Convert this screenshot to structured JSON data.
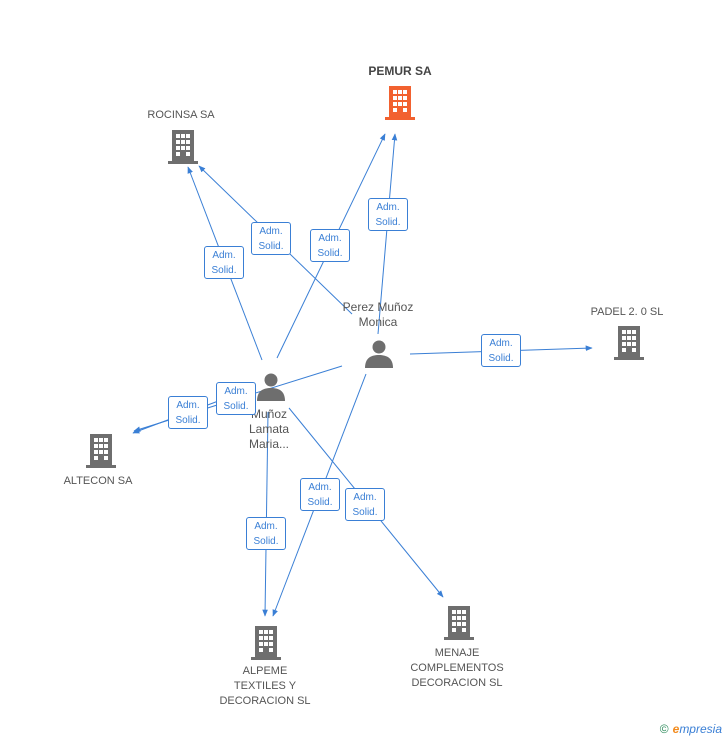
{
  "colors": {
    "edge": "#3a7fd5",
    "company_icon": "#6e6e6e",
    "main_company_icon": "#f2612f",
    "person_icon": "#6e6e6e"
  },
  "nodes": {
    "pemur": {
      "label": "PEMUR SA",
      "icon": "building-icon"
    },
    "rocinsa": {
      "label": "ROCINSA SA",
      "icon": "building-icon"
    },
    "padel": {
      "label": "PADEL 2. 0 SL",
      "icon": "building-icon"
    },
    "altecon": {
      "label": "ALTECON SA",
      "icon": "building-icon"
    },
    "alpeme": {
      "line1": "ALPEME",
      "line2": "TEXTILES Y",
      "line3": "DECORACION SL",
      "icon": "building-icon"
    },
    "menaje": {
      "line1": "MENAJE",
      "line2": "COMPLEMENTOS",
      "line3": "DECORACION SL",
      "icon": "building-icon"
    },
    "perez": {
      "line1": "Perez Muñoz",
      "line2": "Monica",
      "icon": "person-icon"
    },
    "munoz": {
      "line1": "Muñoz",
      "line2": "Lamata",
      "line3": "Maria...",
      "icon": "person-icon"
    }
  },
  "badge": {
    "line1": "Adm.",
    "line2": "Solid."
  },
  "footer": {
    "copyright": "©",
    "brand_first": "e",
    "brand_rest": "mpresia"
  }
}
